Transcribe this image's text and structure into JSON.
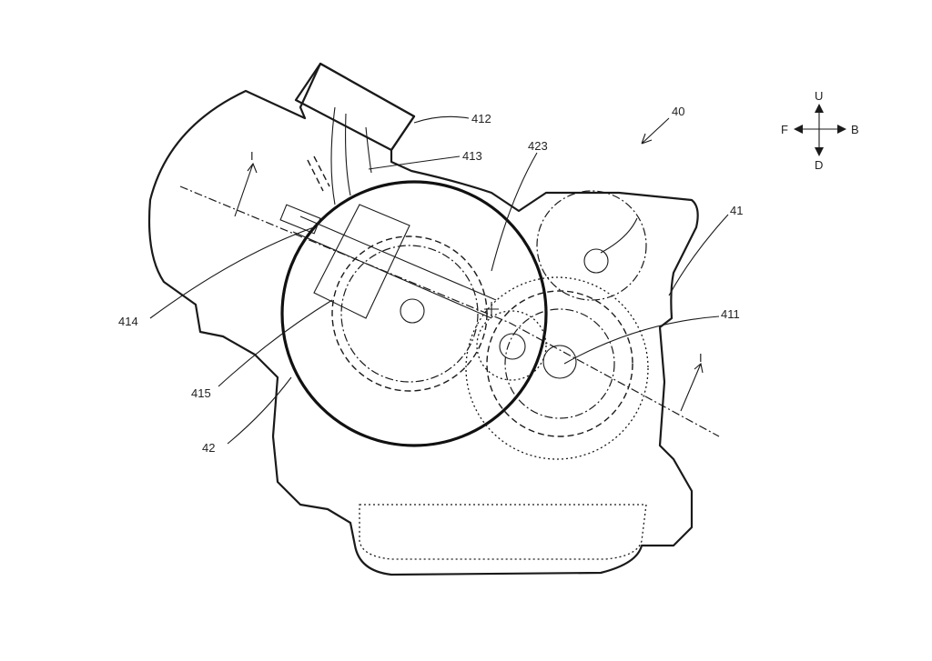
{
  "labels": {
    "l40": "40",
    "l412": "412",
    "l413": "413",
    "l423": "423",
    "l41": "41",
    "l411": "411",
    "l414": "414",
    "l415": "415",
    "l42": "42",
    "section_top": "I",
    "section_right": "I"
  },
  "compass": {
    "up": "U",
    "down": "D",
    "front": "F",
    "back": "B"
  }
}
